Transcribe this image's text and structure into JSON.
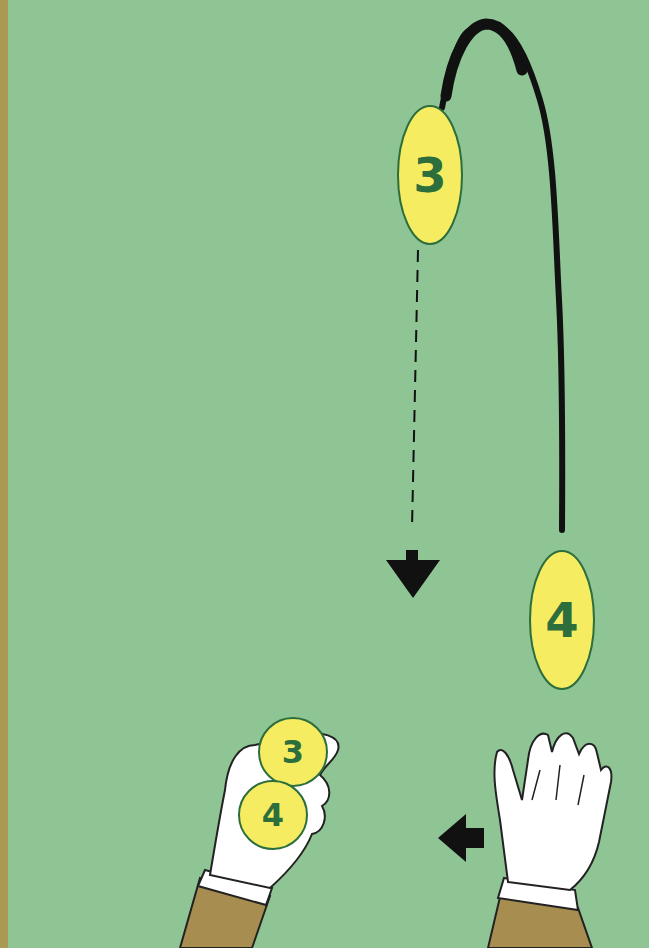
{
  "diagram": {
    "nodes": [
      {
        "text": [
          "3"
        ]
      },
      {
        "text": [
          "4"
        ]
      },
      {
        "text": [
          "3"
        ]
      },
      {
        "text": [
          "4"
        ]
      }
    ],
    "edges": [
      {
        "from": 1,
        "to": 0,
        "arrow": "none"
      }
    ]
  }
}
